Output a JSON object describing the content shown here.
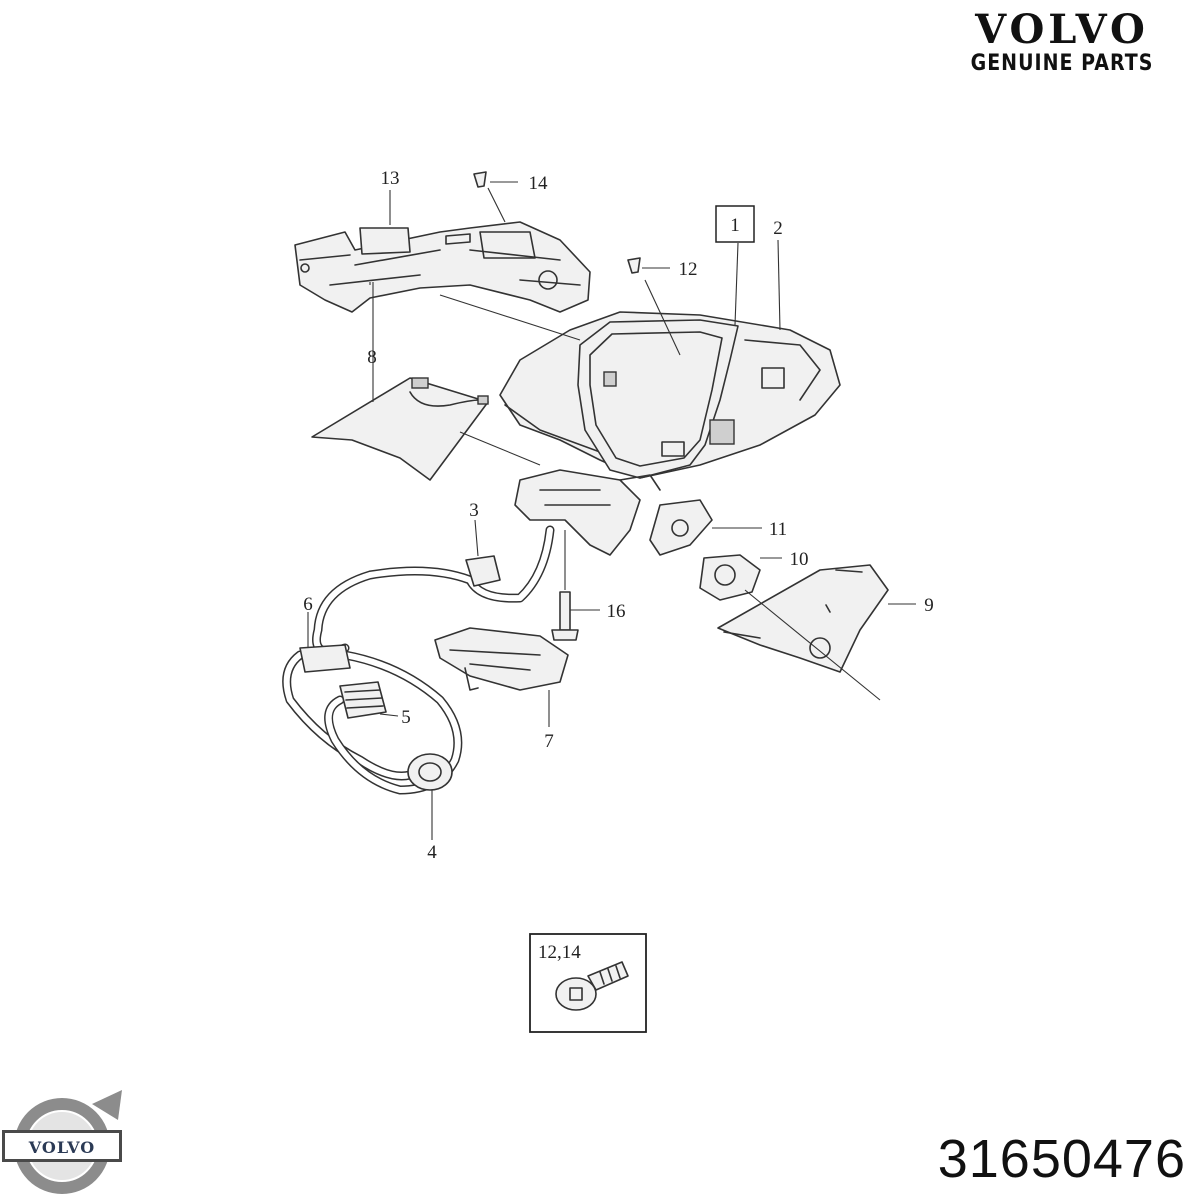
{
  "brand": {
    "wordmark": "VOLVO",
    "tagline": "GENUINE PARTS",
    "emblem_text": "VOLVO"
  },
  "diagram": {
    "callouts": [
      "1",
      "2",
      "3",
      "4",
      "5",
      "6",
      "7",
      "8",
      "9",
      "10",
      "11",
      "12",
      "13",
      "14",
      "16"
    ],
    "inset_label": "12,14"
  },
  "part_number": "31650476",
  "colors": {
    "line": "#333333",
    "emblem_ring": "#8c8c8c",
    "emblem_band": "#4a4a4a"
  }
}
